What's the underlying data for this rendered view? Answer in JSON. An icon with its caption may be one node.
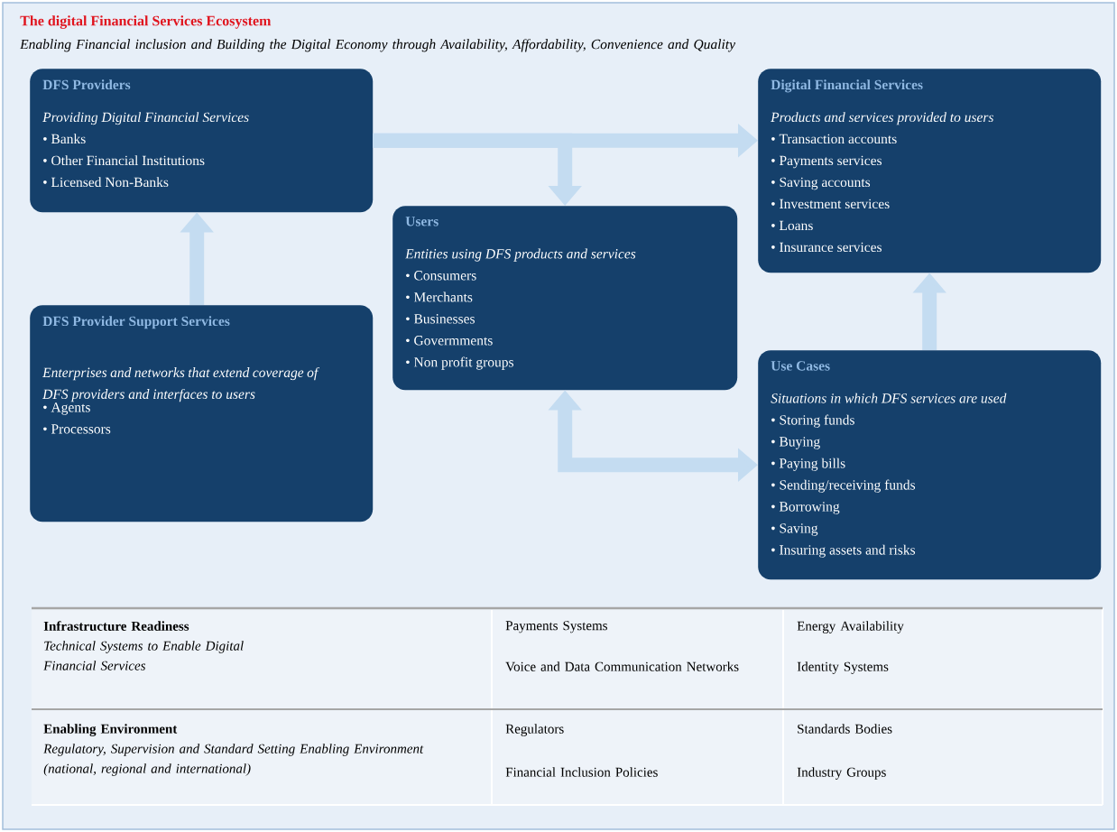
{
  "diagram": {
    "title": "The digital Financial Services Ecosystem",
    "nodes": [
      {
        "text": [
          "DFS Providers",
          "Providing Digital Financial Services",
          "• Banks",
          "• Other Financial Institutions",
          "• Licensed Non-Banks"
        ]
      },
      {
        "text": [
          "Digital Financial Services",
          "Products and services provided to users",
          "• Transaction accounts",
          "• Payments services",
          "• Saving accounts",
          "• Investment services",
          "• Loans",
          "• Insurance services"
        ]
      },
      {
        "text": [
          "Users",
          "Entities using DFS products and services",
          "• Consumers",
          "• Merchants",
          "• Businesses",
          "• Govermments",
          "• Non profit groups"
        ]
      },
      {
        "text": [
          "DFS Provider Support Services",
          "Enterprises and networks that extend coverage of DFS providers and interfaces to users",
          "• Agents",
          "• Processors"
        ]
      },
      {
        "text": [
          "Use Cases",
          "Situations in which DFS services are used",
          "• Storing funds",
          "• Buying",
          "• Paying bills",
          "• Sending/receiving funds",
          "• Borrowing",
          "• Saving",
          "• Insuring assets and risks"
        ]
      }
    ],
    "edges": [
      {
        "from": 0,
        "to": 1,
        "arrow": "to"
      },
      {
        "from": 0,
        "to": 2,
        "arrow": "to"
      },
      {
        "from": 3,
        "to": 0,
        "arrow": "to"
      },
      {
        "from": 2,
        "to": 4,
        "arrow": "both"
      },
      {
        "from": 4,
        "to": 1,
        "arrow": "to"
      }
    ],
    "labels": [
      "Enabling Financial inclusion and Building the Digital Economy through Availability, Affordability, Convenience and Quality",
      "Infrastructure Readiness",
      "Technical Systems to Enable Digital Financial Services",
      "Payments Systems",
      "Energy Availability",
      "Voice and Data Communication Networks",
      "Identity Systems",
      "Enabling Environment",
      "Regulatory, Supervision and Standard Setting Enabling Environment (national, regional and international)",
      "Regulators",
      "Standards Bodies",
      "Financial Inclusion Policies",
      "Industry Groups"
    ]
  }
}
